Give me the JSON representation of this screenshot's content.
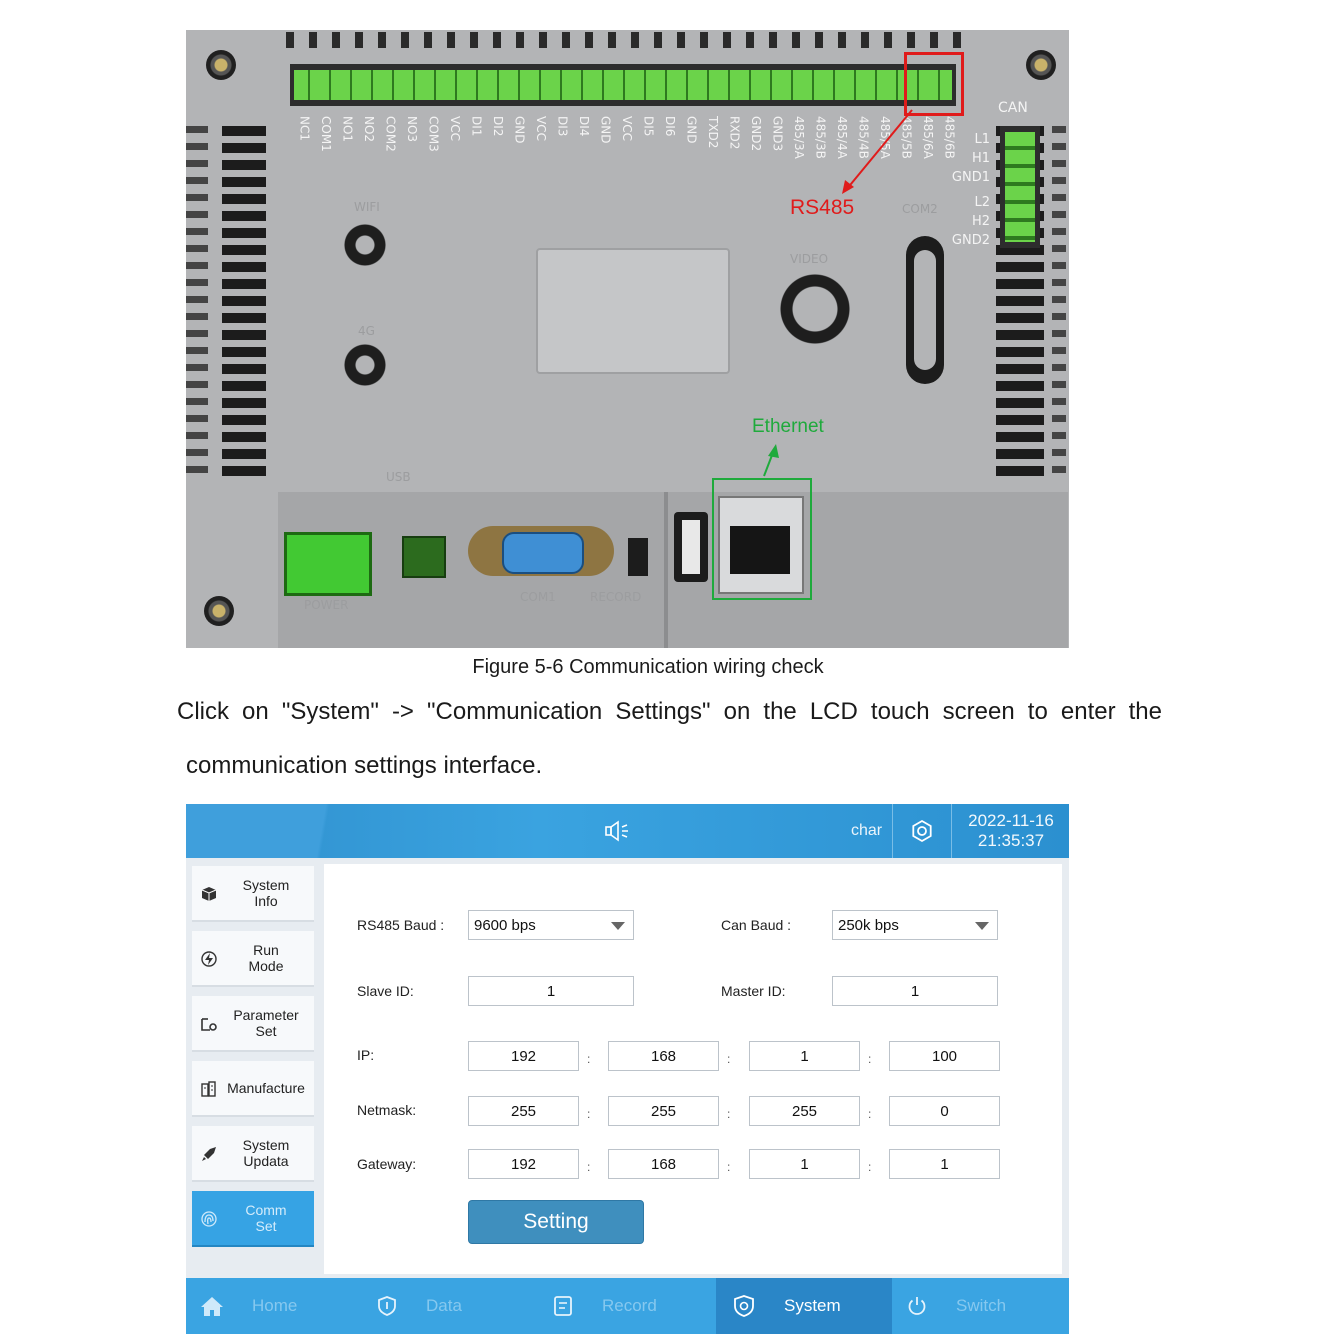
{
  "photo": {
    "pin_labels": [
      "NC1",
      "COM1",
      "NO1",
      "NO2",
      "COM2",
      "NO3",
      "COM3",
      "VCC",
      "DI1",
      "DI2",
      "GND",
      "VCC",
      "DI3",
      "DI4",
      "GND",
      "VCC",
      "DI5",
      "DI6",
      "GND",
      "TXD2",
      "RXD2",
      "GND2",
      "GND3",
      "485/3A",
      "485/3B",
      "485/4A",
      "485/4B",
      "485/5A",
      "485/5B",
      "485/6A",
      "485/6B"
    ],
    "can_title": "CAN",
    "can_labels": [
      "L1",
      "H1",
      "GND1",
      "L2",
      "H2",
      "GND2"
    ],
    "faint_labels": [
      "WIFI",
      "4G",
      "COM2",
      "VIDEO",
      "USB",
      "POWER",
      "COM1",
      "RECORD"
    ],
    "annotation_rs485": "RS485",
    "annotation_ethernet": "Ethernet",
    "colors": {
      "red_annotation": "#e01b1b",
      "green_annotation": "#1faa3c"
    }
  },
  "caption": "Figure 5-6 Communication wiring check",
  "paragraph": {
    "line1": "Click on \"System\" -> \"Communication Settings\" on the LCD touch screen to enter the",
    "line2": "communication settings interface."
  },
  "lcd": {
    "header": {
      "char_text": "char",
      "date": "2022-11-16",
      "time": "21:35:37",
      "icons": [
        "speaker-icon",
        "gear-icon"
      ]
    },
    "sidebar": [
      {
        "label": "System\nInfo",
        "icon": "box-icon",
        "active": false
      },
      {
        "label": "Run\nMode",
        "icon": "lightning-icon",
        "active": false
      },
      {
        "label": "Parameter\nSet",
        "icon": "folder-gear-icon",
        "active": false
      },
      {
        "label": "Manufacture",
        "icon": "building-icon",
        "active": false
      },
      {
        "label": "System\nUpdata",
        "icon": "rocket-icon",
        "active": false
      },
      {
        "label": "Comm\nSet",
        "icon": "fingerprint-icon",
        "active": true
      }
    ],
    "form": {
      "rs485_baud_label": "RS485 Baud :",
      "rs485_baud_value": "9600 bps",
      "can_baud_label": "Can Baud :",
      "can_baud_value": "250k bps",
      "slave_id_label": "Slave ID:",
      "slave_id_value": "1",
      "master_id_label": "Master ID:",
      "master_id_value": "1",
      "separator": ":",
      "ip_label": "IP:",
      "ip": [
        "192",
        "168",
        "1",
        "100"
      ],
      "netmask_label": "Netmask:",
      "netmask": [
        "255",
        "255",
        "255",
        "0"
      ],
      "gateway_label": "Gateway:",
      "gateway": [
        "192",
        "168",
        "1",
        "1"
      ],
      "setting_button": "Setting"
    },
    "nav": [
      {
        "label": "Home",
        "icon": "home-icon",
        "active": false
      },
      {
        "label": "Data",
        "icon": "shield-icon",
        "active": false
      },
      {
        "label": "Record",
        "icon": "document-icon",
        "active": false
      },
      {
        "label": "System",
        "icon": "shield-gear-icon",
        "active": true
      },
      {
        "label": "Switch",
        "icon": "power-icon",
        "active": false
      }
    ],
    "colors": {
      "header": "#3aa3e0",
      "active_side": "#36a3e4",
      "button": "#3f8fbe",
      "nav_active": "#2a86c7"
    }
  }
}
